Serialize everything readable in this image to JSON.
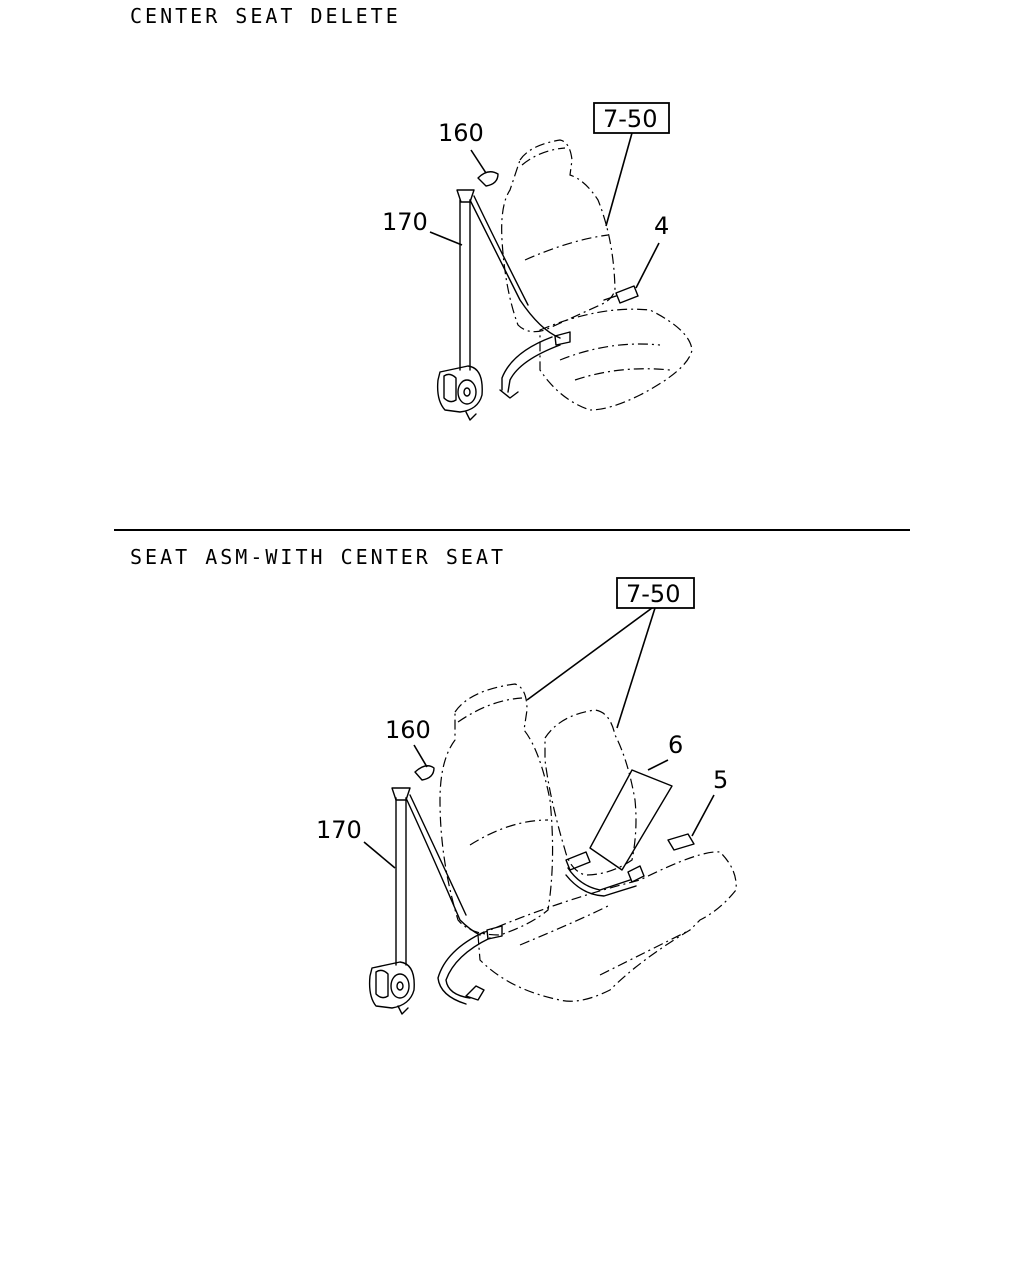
{
  "sections": {
    "top": {
      "title": "CENTER SEAT DELETE",
      "ref_box": "7-50",
      "labels": {
        "p160": "160",
        "p170": "170",
        "p4": "4"
      }
    },
    "bottom": {
      "title": "SEAT ASM-WITH CENTER SEAT",
      "ref_box": "7-50",
      "labels": {
        "p160": "160",
        "p170": "170",
        "p6": "6",
        "p5": "5"
      }
    }
  }
}
